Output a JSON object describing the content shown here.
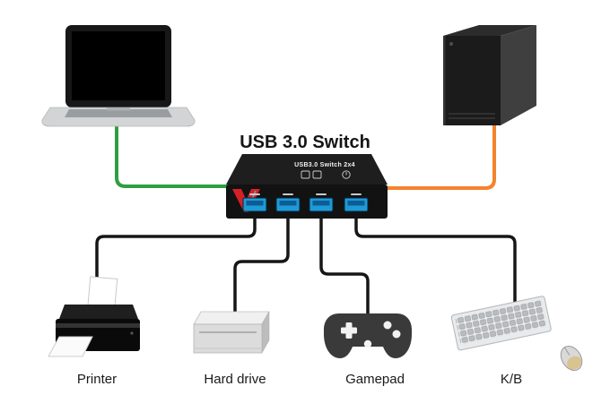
{
  "title": "USB 3.0 Switch",
  "switch_unit": {
    "top_label": "USB3.0 Switch 2x4",
    "port_count": 4
  },
  "device_labels": {
    "printer": "Printer",
    "hard_drive": "Hard drive",
    "gamepad": "Gamepad",
    "keyboard": "K/B"
  },
  "connections": [
    {
      "from": "laptop",
      "to": "usb-switch",
      "cable_color": "green"
    },
    {
      "from": "desktop-pc",
      "to": "usb-switch",
      "cable_color": "orange"
    },
    {
      "from": "usb-switch-port-1",
      "to": "printer",
      "cable_color": "black"
    },
    {
      "from": "usb-switch-port-2",
      "to": "hard-drive",
      "cable_color": "black"
    },
    {
      "from": "usb-switch-port-3",
      "to": "gamepad",
      "cable_color": "black"
    },
    {
      "from": "usb-switch-port-4",
      "to": "keyboard-mouse",
      "cable_color": "black"
    }
  ],
  "colors": {
    "background": "#ffffff",
    "cable_laptop": "#2f9e41",
    "cable_pc": "#f5832c",
    "cable_device": "#161616",
    "usb_port": "#1e9ad6",
    "switch_body": "#121212",
    "logo_red": "#d42027",
    "label_text": "#1a1a1a"
  }
}
